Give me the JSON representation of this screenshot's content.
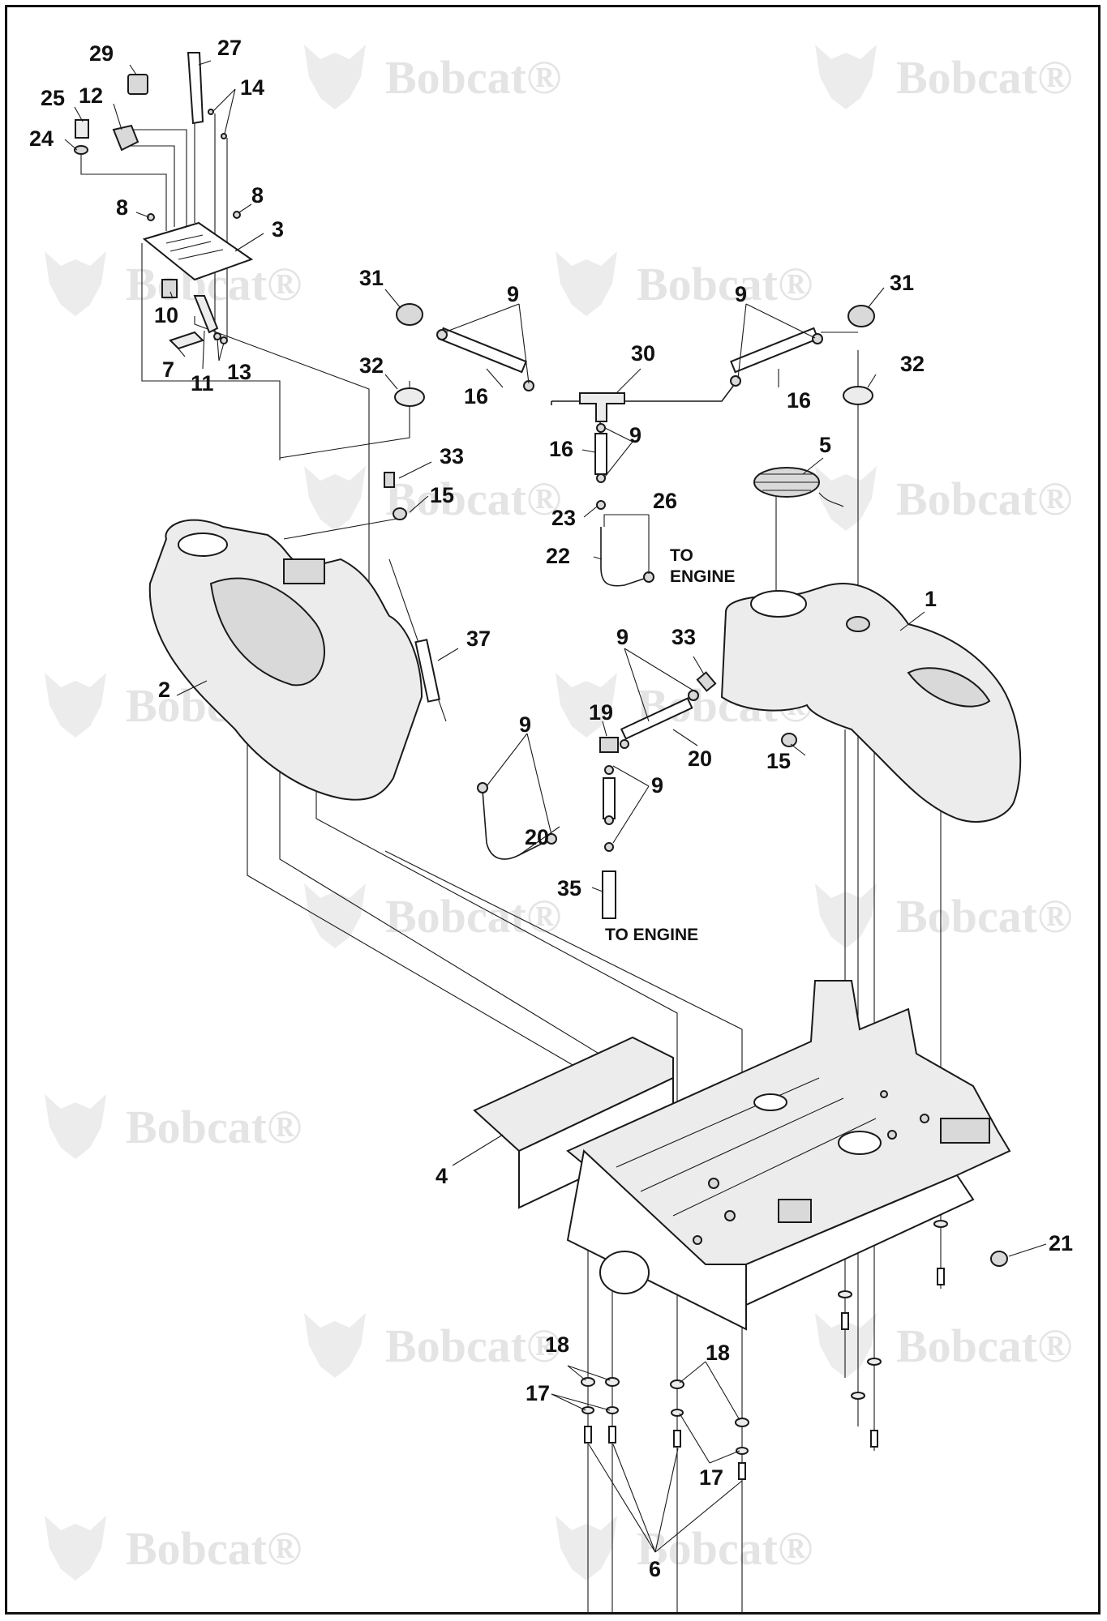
{
  "watermark": {
    "brand": "Bobcat",
    "mark": "®"
  },
  "callouts": [
    {
      "id": "c29",
      "label": "29"
    },
    {
      "id": "c27",
      "label": "27"
    },
    {
      "id": "c14",
      "label": "14"
    },
    {
      "id": "c25",
      "label": "25"
    },
    {
      "id": "c12",
      "label": "12"
    },
    {
      "id": "c24",
      "label": "24"
    },
    {
      "id": "c8a",
      "label": "8"
    },
    {
      "id": "c8b",
      "label": "8"
    },
    {
      "id": "c3",
      "label": "3"
    },
    {
      "id": "c10",
      "label": "10"
    },
    {
      "id": "c7",
      "label": "7"
    },
    {
      "id": "c11",
      "label": "11"
    },
    {
      "id": "c13",
      "label": "13"
    },
    {
      "id": "c31a",
      "label": "31"
    },
    {
      "id": "c9a",
      "label": "9"
    },
    {
      "id": "c9b",
      "label": "9"
    },
    {
      "id": "c31b",
      "label": "31"
    },
    {
      "id": "c30",
      "label": "30"
    },
    {
      "id": "c32a",
      "label": "32"
    },
    {
      "id": "c32b",
      "label": "32"
    },
    {
      "id": "c16a",
      "label": "16"
    },
    {
      "id": "c16b",
      "label": "16"
    },
    {
      "id": "c16c",
      "label": "16"
    },
    {
      "id": "c9c",
      "label": "9"
    },
    {
      "id": "c33a",
      "label": "33"
    },
    {
      "id": "c5",
      "label": "5"
    },
    {
      "id": "c15a",
      "label": "15"
    },
    {
      "id": "c23",
      "label": "23"
    },
    {
      "id": "c26",
      "label": "26"
    },
    {
      "id": "c22",
      "label": "22"
    },
    {
      "id": "c1",
      "label": "1"
    },
    {
      "id": "c37",
      "label": "37"
    },
    {
      "id": "c9d",
      "label": "9"
    },
    {
      "id": "c33b",
      "label": "33"
    },
    {
      "id": "c2",
      "label": "2"
    },
    {
      "id": "c9e",
      "label": "9"
    },
    {
      "id": "c19",
      "label": "19"
    },
    {
      "id": "c20a",
      "label": "20"
    },
    {
      "id": "c15b",
      "label": "15"
    },
    {
      "id": "c9f",
      "label": "9"
    },
    {
      "id": "c20b",
      "label": "20"
    },
    {
      "id": "c35",
      "label": "35"
    },
    {
      "id": "c4",
      "label": "4"
    },
    {
      "id": "c21",
      "label": "21"
    },
    {
      "id": "c18a",
      "label": "18"
    },
    {
      "id": "c18b",
      "label": "18"
    },
    {
      "id": "c17a",
      "label": "17"
    },
    {
      "id": "c17b",
      "label": "17"
    },
    {
      "id": "c6",
      "label": "6"
    }
  ],
  "notes": {
    "to_engine_top_line1": "TO",
    "to_engine_top_line2": "ENGINE",
    "to_engine_bottom": "TO ENGINE"
  }
}
